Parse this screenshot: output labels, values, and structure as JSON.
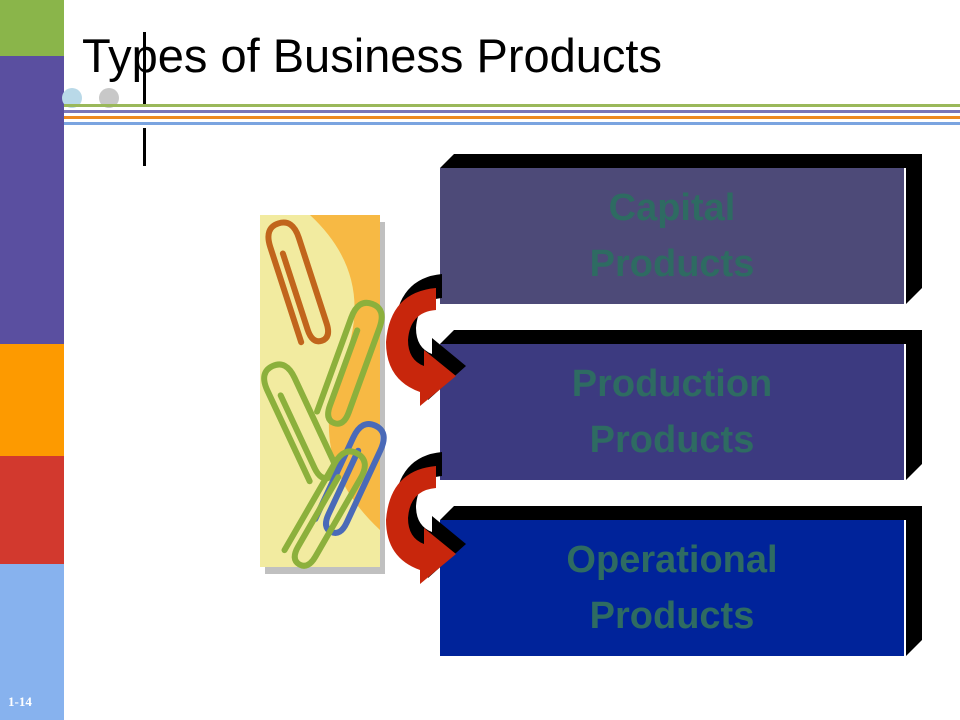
{
  "slide": {
    "title": "Types of Business Products",
    "number": "1-14"
  },
  "products": [
    {
      "line1": "Capital",
      "line2": "Products"
    },
    {
      "line1": "Production",
      "line2": "Products"
    },
    {
      "line1": "Operational",
      "line2": "Products"
    }
  ],
  "colors": {
    "sidebar": [
      "#8ab54a",
      "#5a4fa0",
      "#fd9a00",
      "#d2392e",
      "#87b2ee"
    ],
    "box_fill": [
      "#4d4a78",
      "#3c3a80",
      "#00239a"
    ],
    "box_text": "#2e6b62",
    "arrow": "#c8260c"
  },
  "icons": {
    "clipart": "paper-clips-illustration",
    "arrows": "curved-arrow-icon"
  }
}
